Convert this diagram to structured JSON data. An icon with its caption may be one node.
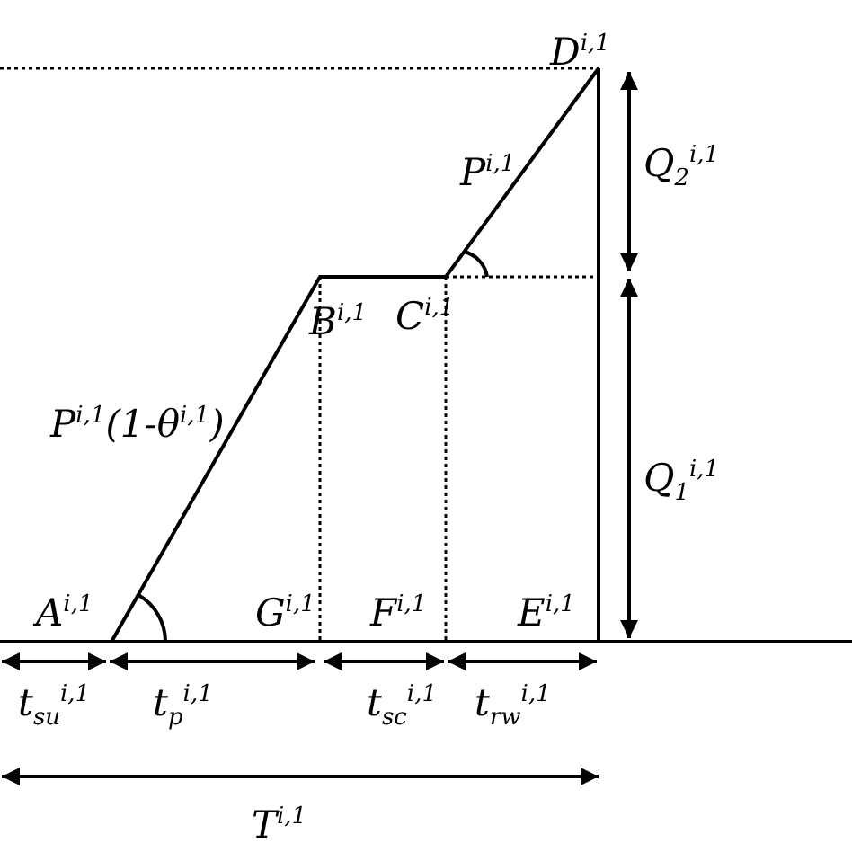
{
  "diagram": {
    "labels": [
      "D$^{i,1}$",
      "P$^{i,1}$",
      "Q$_{2}$$^{i,1}$",
      "B$^{i,1}$",
      "C$^{i,1}$",
      "P$^{i,1}$(1-θ$^{i,1}$)",
      "Q$_{1}$$^{i,1}$",
      "A$^{i,1}$",
      "G$^{i,1}$",
      "F$^{i,1}$",
      "E$^{i,1}$",
      "t$_{su}$$^{i,1}$",
      "t$_{p}$$^{i,1}$",
      "t$_{sc}$$^{i,1}$",
      "t$_{rw}$$^{i,1}$",
      "T$^{i,1}$"
    ]
  }
}
